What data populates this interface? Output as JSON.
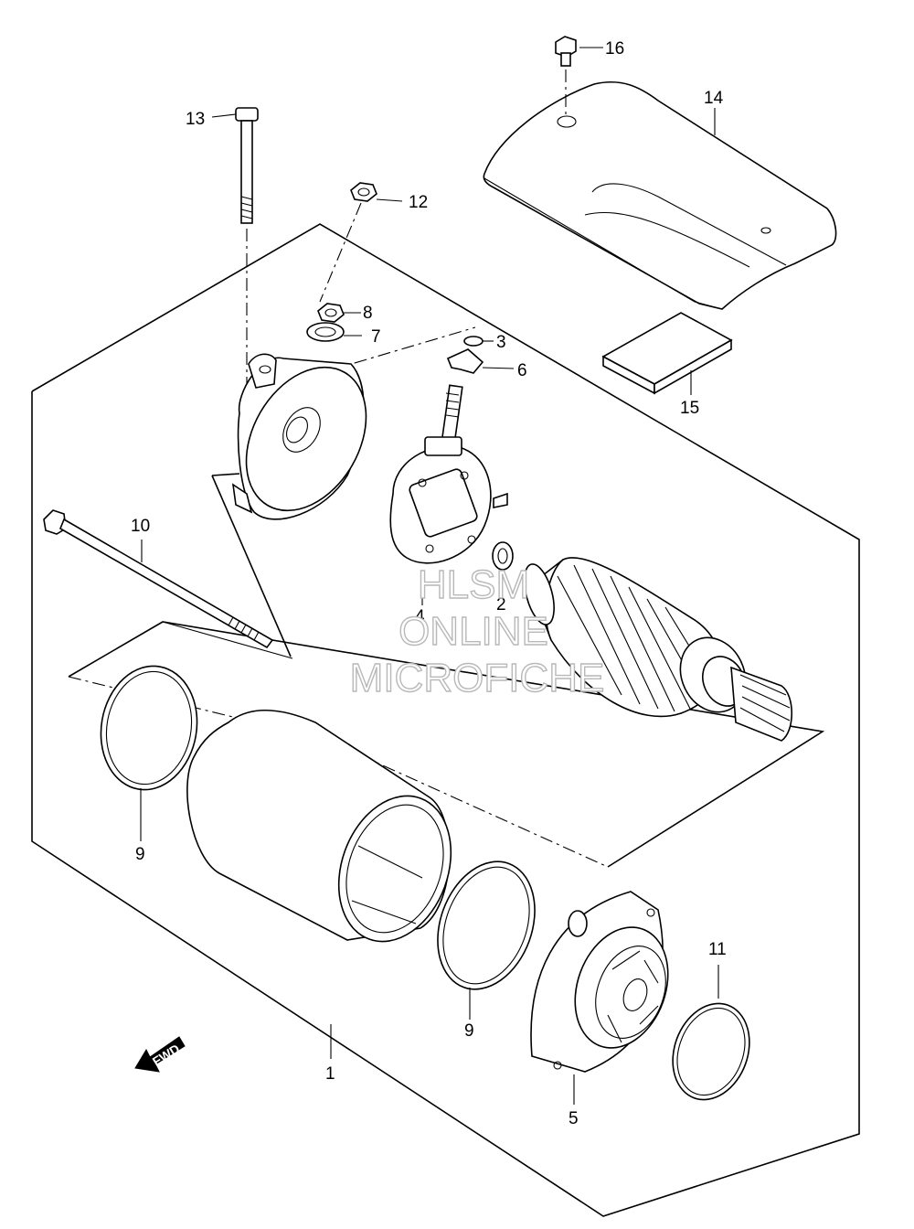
{
  "labels": {
    "p1": "1",
    "p2": "2",
    "p3": "3",
    "p4": "4",
    "p5": "5",
    "p6": "6",
    "p7": "7",
    "p8": "8",
    "p9a": "9",
    "p9b": "9",
    "p10": "10",
    "p11": "11",
    "p12": "12",
    "p13": "13",
    "p14": "14",
    "p15": "15",
    "p16": "16"
  },
  "fwd_label": "FWD",
  "watermark": [
    "HLSM",
    "ONLINE",
    "MICROFICHE"
  ]
}
